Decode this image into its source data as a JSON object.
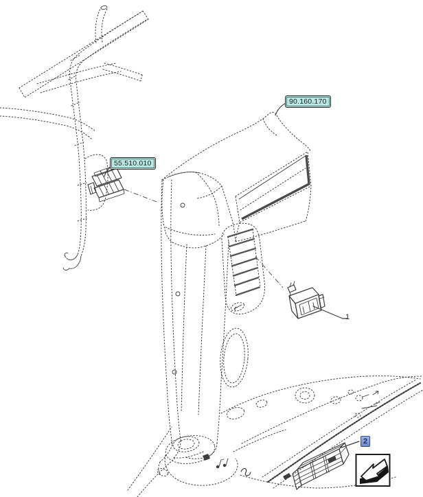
{
  "diagram": {
    "ref_labels": [
      {
        "code": "90.160.170"
      },
      {
        "code": "55.510.010"
      }
    ],
    "items": [
      {
        "number": "1",
        "highlighted": false
      },
      {
        "number": "2",
        "highlighted": true
      }
    ],
    "icons": [
      {
        "name": "view-direction-arrow-icon"
      }
    ],
    "colors": {
      "line": "#3d3d3d",
      "ref_label_bg": "#b9e8e3",
      "ref_label_border": "#2b2b2b",
      "badge_bg_top": "#9db1dd",
      "badge_bg_bottom": "#7088c4",
      "badge_border": "#3a4c9b",
      "badge_text": "#1b2a80"
    }
  }
}
